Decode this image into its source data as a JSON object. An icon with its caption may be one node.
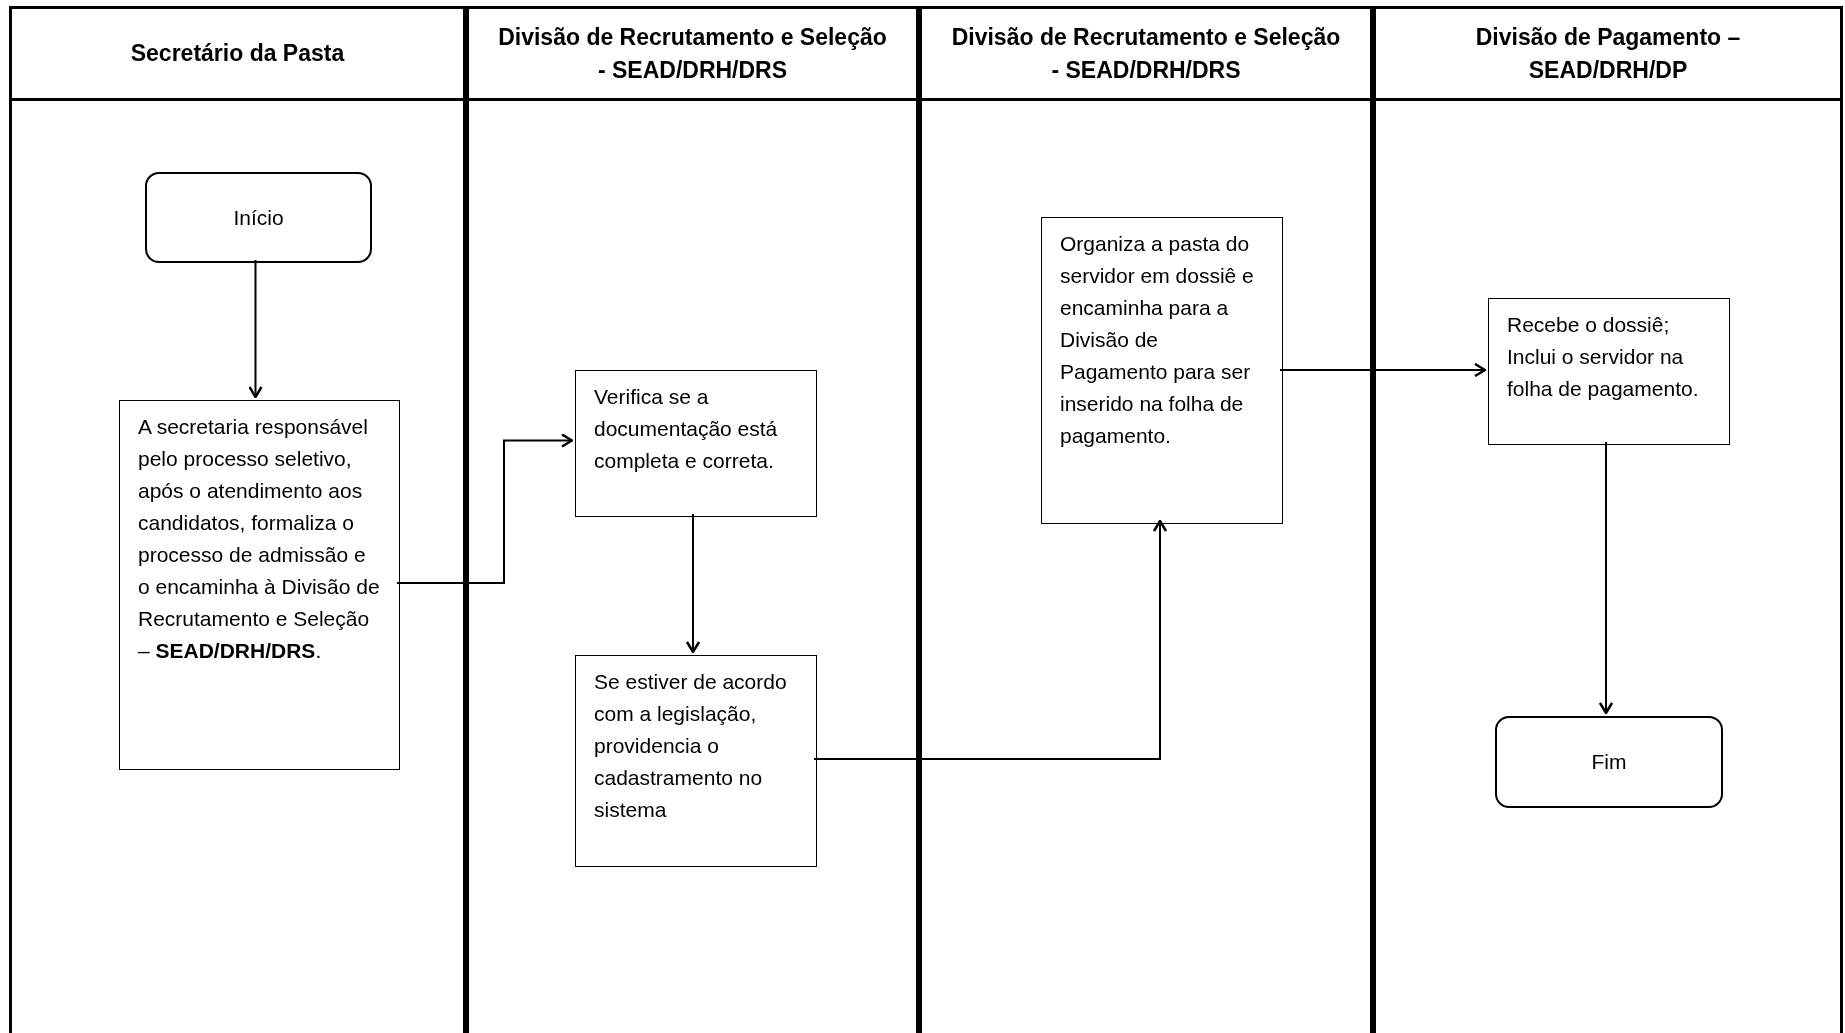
{
  "diagram": {
    "nodes": [
      {
        "text": [
          "Secretário da Pasta"
        ]
      },
      {
        "text": [
          "Divisão de Recrutamento e Seleção - SEAD/DRH/DRS"
        ]
      },
      {
        "text": [
          "Divisão de Recrutamento e Seleção - SEAD/DRH/DRS"
        ]
      },
      {
        "text": [
          "Divisão de Pagamento – SEAD/DRH/DP"
        ]
      },
      {
        "text": [
          "Início"
        ],
        "in": 0
      },
      {
        "text": [
          "A secretaria responsável pelo processo seletivo, após o atendimento aos candidatos, formaliza o processo de admissão e o encaminha à Divisão de Recrutamento e Seleção – **SEAD/DRH/DRS**."
        ],
        "in": 0
      },
      {
        "text": [
          "Verifica se a documentação está completa e correta."
        ],
        "in": 1
      },
      {
        "text": [
          "Se estiver de acordo com a legislação, providencia o cadastramento no sistema"
        ],
        "in": 1
      },
      {
        "text": [
          "Organiza a pasta do servidor em dossiê e encaminha para a Divisão de Pagamento para ser inserido na folha de pagamento."
        ],
        "in": 2
      },
      {
        "text": [
          "Recebe o dossiê; Inclui o servidor na folha de pagamento."
        ],
        "in": 3
      },
      {
        "text": [
          "Fim"
        ],
        "in": 3
      }
    ],
    "edges": [
      {
        "from": 4,
        "to": 5,
        "arrow": "to"
      },
      {
        "from": 5,
        "to": 6,
        "arrow": "to"
      },
      {
        "from": 6,
        "to": 7,
        "arrow": "to"
      },
      {
        "from": 7,
        "to": 8,
        "arrow": "to"
      },
      {
        "from": 8,
        "to": 9,
        "arrow": "to"
      },
      {
        "from": 9,
        "to": 10,
        "arrow": "to"
      }
    ]
  }
}
